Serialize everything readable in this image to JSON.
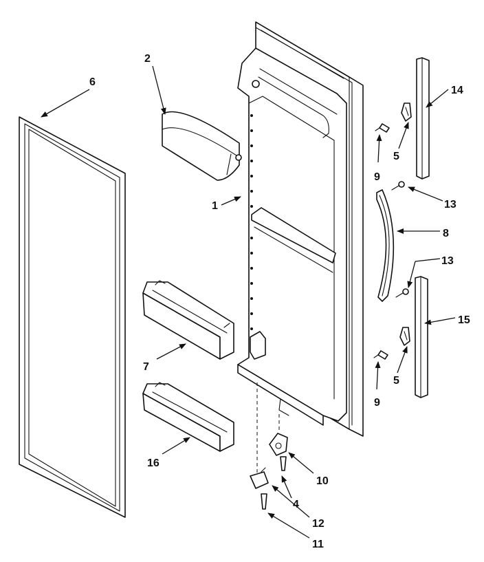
{
  "diagram": {
    "callouts": [
      {
        "id": "c1",
        "label": "1"
      },
      {
        "id": "c2",
        "label": "2"
      },
      {
        "id": "c4",
        "label": "4"
      },
      {
        "id": "c5a",
        "label": "5"
      },
      {
        "id": "c5b",
        "label": "5"
      },
      {
        "id": "c6",
        "label": "6"
      },
      {
        "id": "c7",
        "label": "7"
      },
      {
        "id": "c8",
        "label": "8"
      },
      {
        "id": "c9a",
        "label": "9"
      },
      {
        "id": "c9b",
        "label": "9"
      },
      {
        "id": "c10",
        "label": "10"
      },
      {
        "id": "c11",
        "label": "11"
      },
      {
        "id": "c12",
        "label": "12"
      },
      {
        "id": "c13a",
        "label": "13"
      },
      {
        "id": "c13b",
        "label": "13"
      },
      {
        "id": "c14",
        "label": "14"
      },
      {
        "id": "c15",
        "label": "15"
      },
      {
        "id": "c16",
        "label": "16"
      }
    ]
  }
}
